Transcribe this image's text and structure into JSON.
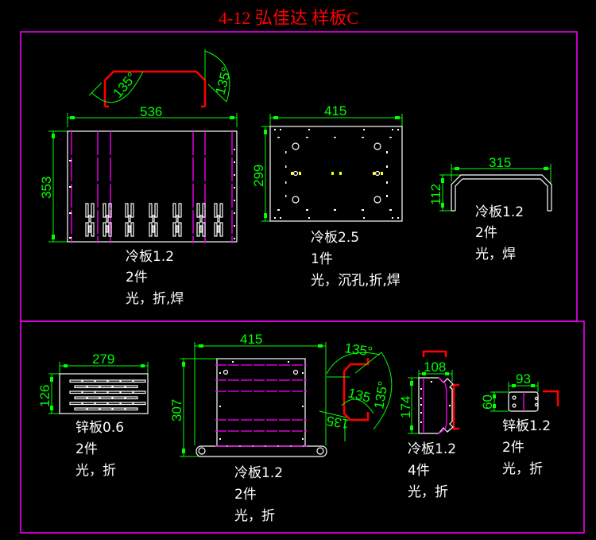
{
  "title": "4-12 弘佳达 样板C",
  "colors": {
    "background": "#000000",
    "title": "#ff0000",
    "frame": "#ff00ff",
    "dimension": "#00ff00",
    "outline": "#ffffff",
    "bend_line": "#ff00ff",
    "profile": "#ff0000",
    "countersink": "#ffff00"
  },
  "parts": [
    {
      "id": "part-1",
      "dimensions": {
        "width": "536",
        "height": "353",
        "angle_left": "135°",
        "angle_right": "135°"
      },
      "material": "冷板1.2",
      "quantity": "2件",
      "process": "光，折,焊"
    },
    {
      "id": "part-2",
      "dimensions": {
        "width": "415",
        "height": "299"
      },
      "material": "冷板2.5",
      "quantity": "1件",
      "process": "光，沉孔,折,焊"
    },
    {
      "id": "part-3",
      "dimensions": {
        "width": "315",
        "height": "112"
      },
      "material": "冷板1.2",
      "quantity": "2件",
      "process": "光，焊"
    },
    {
      "id": "part-4",
      "dimensions": {
        "width": "279",
        "height": "126"
      },
      "material": "锌板0.6",
      "quantity": "2件",
      "process": "光，折"
    },
    {
      "id": "part-5",
      "dimensions": {
        "width": "415",
        "height": "307",
        "angle_top": "135°",
        "angle_mid": "135",
        "angle_right": "135°",
        "angle_left": "135"
      },
      "material": "冷板1.2",
      "quantity": "2件",
      "process": "光，折"
    },
    {
      "id": "part-6",
      "dimensions": {
        "width": "108",
        "height": "174"
      },
      "material": "冷板1.2",
      "quantity": "4件",
      "process": "光，折"
    },
    {
      "id": "part-7",
      "dimensions": {
        "width": "93",
        "height": "60"
      },
      "material": "锌板1.2",
      "quantity": "2件",
      "process": "光，折"
    }
  ]
}
